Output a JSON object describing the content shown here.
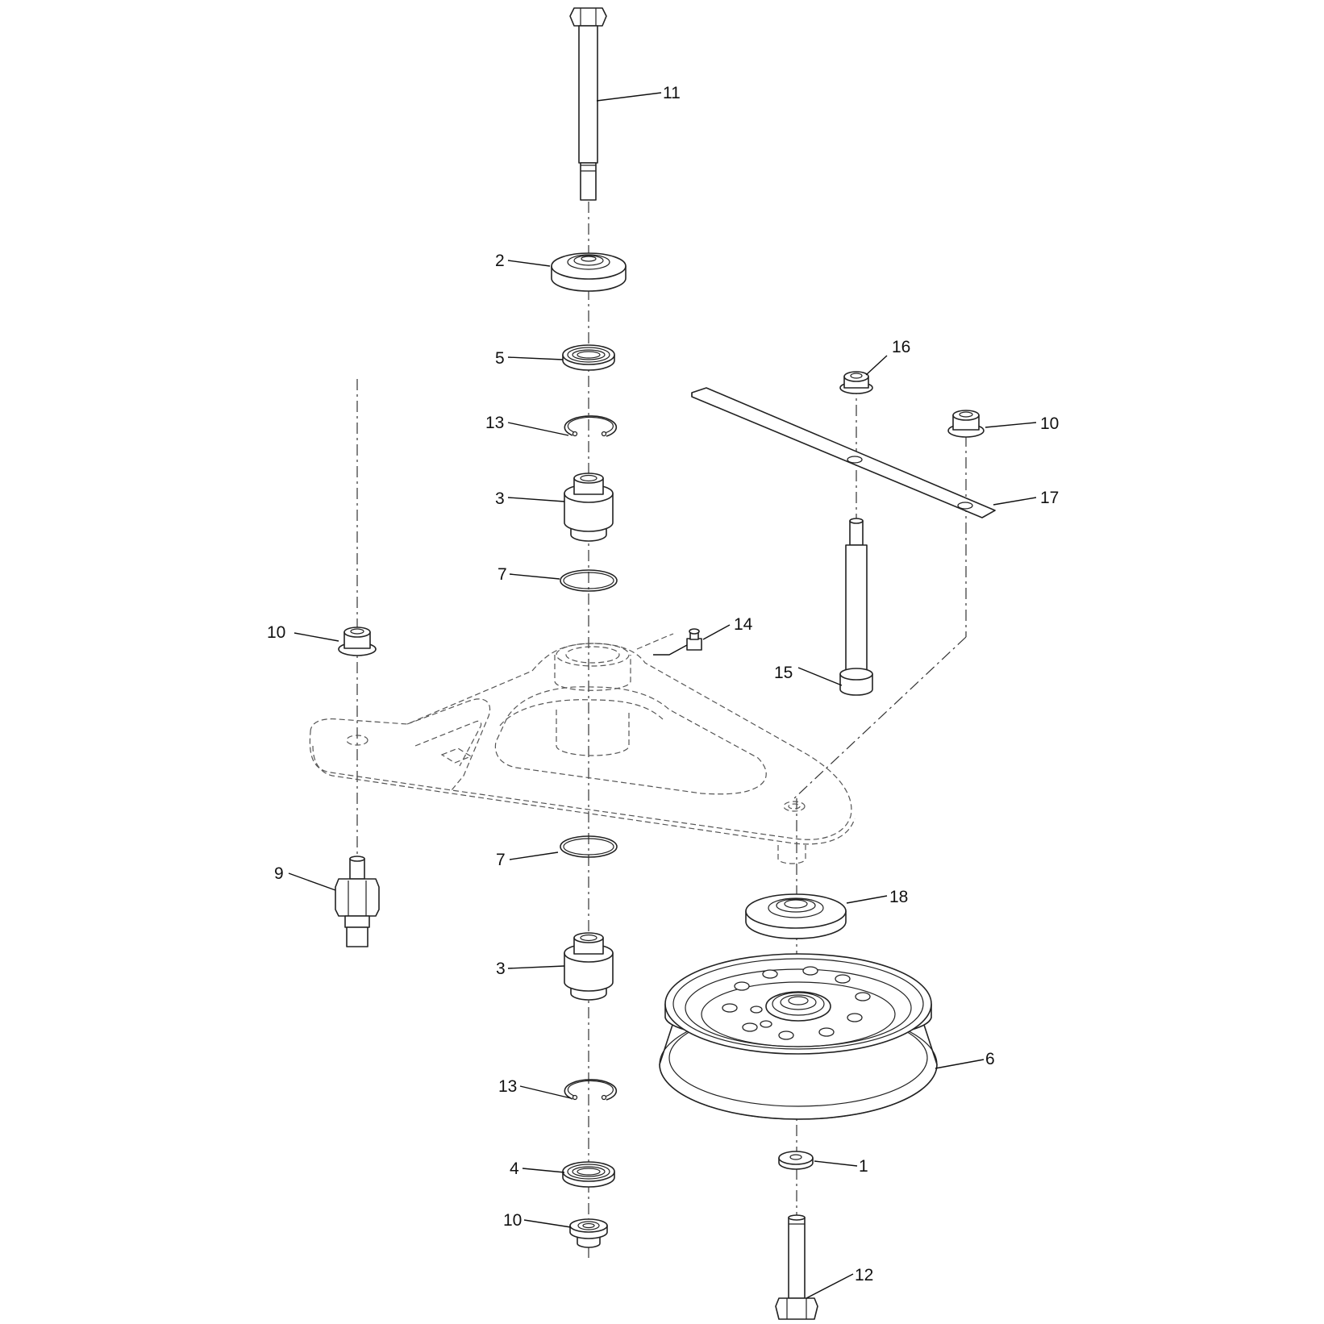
{
  "callouts": {
    "c11": "11",
    "c2": "2",
    "c5": "5",
    "c13_top": "13",
    "c3_top": "3",
    "c7_top": "7",
    "c16": "16",
    "c10_right": "10",
    "c17": "17",
    "c14": "14",
    "c15": "15",
    "c10_left": "10",
    "c9": "9",
    "c7_bottom": "7",
    "c18": "18",
    "c3_bottom": "3",
    "c6": "6",
    "c13_bottom": "13",
    "c1": "1",
    "c4": "4",
    "c10_bottom": "10",
    "c12": "12"
  }
}
